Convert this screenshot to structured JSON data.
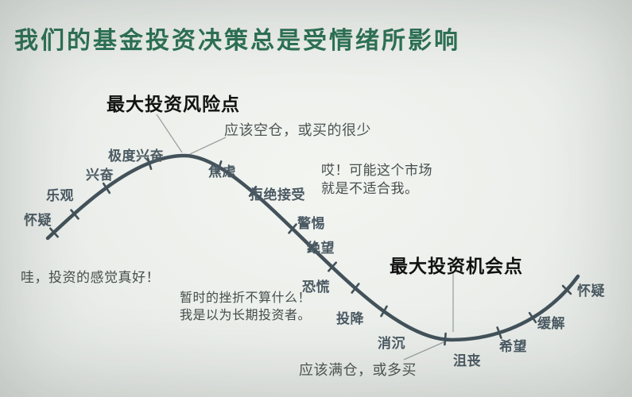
{
  "title": "我们的基金投资决策总是受情绪所影响",
  "risk": {
    "label": "最大投资风险点",
    "advice": "应该空仓，或买的很少"
  },
  "opportunity": {
    "label": "最大投资机会点",
    "advice": "应该满仓，或多买"
  },
  "quotes": {
    "feel_great": "哇，投资的感觉真好！",
    "setback_line1": "暂时的挫折不算什么！",
    "setback_line2": "我是以为长期投资者。",
    "not_fit_line1": "哎！可能这个市场",
    "not_fit_line2": "就是不适合我。"
  },
  "emotions": [
    {
      "id": "doubt-left",
      "label": "怀疑"
    },
    {
      "id": "optimism",
      "label": "乐观"
    },
    {
      "id": "excitement",
      "label": "兴奋"
    },
    {
      "id": "euphoria",
      "label": "极度兴奋"
    },
    {
      "id": "anxiety",
      "label": "焦虑"
    },
    {
      "id": "denial",
      "label": "拒绝接受"
    },
    {
      "id": "alert",
      "label": "警惕"
    },
    {
      "id": "despair",
      "label": "绝望"
    },
    {
      "id": "panic",
      "label": "恐慌"
    },
    {
      "id": "capitulation",
      "label": "投降"
    },
    {
      "id": "depression",
      "label": "消沉"
    },
    {
      "id": "dejection",
      "label": "沮丧"
    },
    {
      "id": "hope",
      "label": "希望"
    },
    {
      "id": "relief",
      "label": "缓解"
    },
    {
      "id": "doubt-right",
      "label": "怀疑"
    }
  ],
  "colors": {
    "background": "#edf0ec",
    "title": "#2d7155",
    "curve": "#43525a",
    "emotion_label": "#4b5a63",
    "note": "#4c5553",
    "bold_note": "#121212",
    "leader_line": "#9aa2a2"
  }
}
